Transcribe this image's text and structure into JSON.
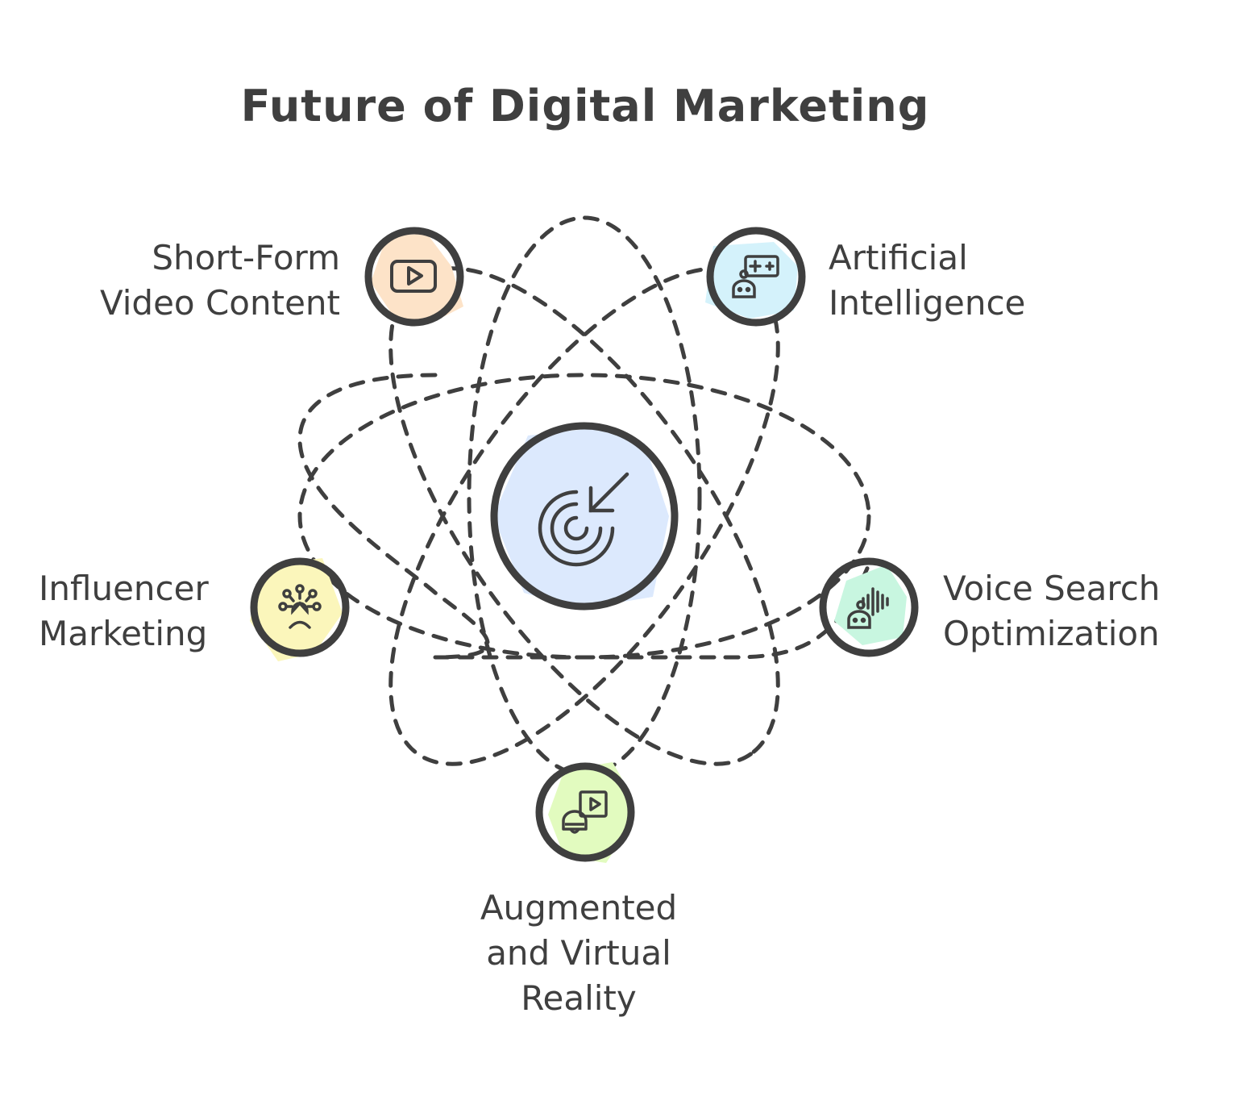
{
  "title": "Future of Digital Marketing",
  "center": {
    "icon": "target-arrow-icon",
    "fill": "#dce9fd"
  },
  "nodes": [
    {
      "id": "short-form-video",
      "lines": [
        "Short-Form",
        "Video Content"
      ],
      "icon": "video-play-icon",
      "fill": "#fde3c8"
    },
    {
      "id": "artificial-intelligence",
      "lines": [
        "Artificial",
        "Intelligence"
      ],
      "icon": "robot-gamepad-icon",
      "fill": "#d4f2fb"
    },
    {
      "id": "influencer-marketing",
      "lines": [
        "Influencer",
        "Marketing"
      ],
      "icon": "influencer-network-icon",
      "fill": "#fbf6bb"
    },
    {
      "id": "voice-search",
      "lines": [
        "Voice Search",
        "Optimization"
      ],
      "icon": "robot-soundwave-icon",
      "fill": "#c8f6e0"
    },
    {
      "id": "ar-vr",
      "lines": [
        "Augmented",
        "and Virtual",
        "Reality"
      ],
      "icon": "vr-headset-video-icon",
      "fill": "#e2fbbf"
    }
  ],
  "colors": {
    "stroke": "#3f3f3f",
    "background": "#ffffff"
  }
}
